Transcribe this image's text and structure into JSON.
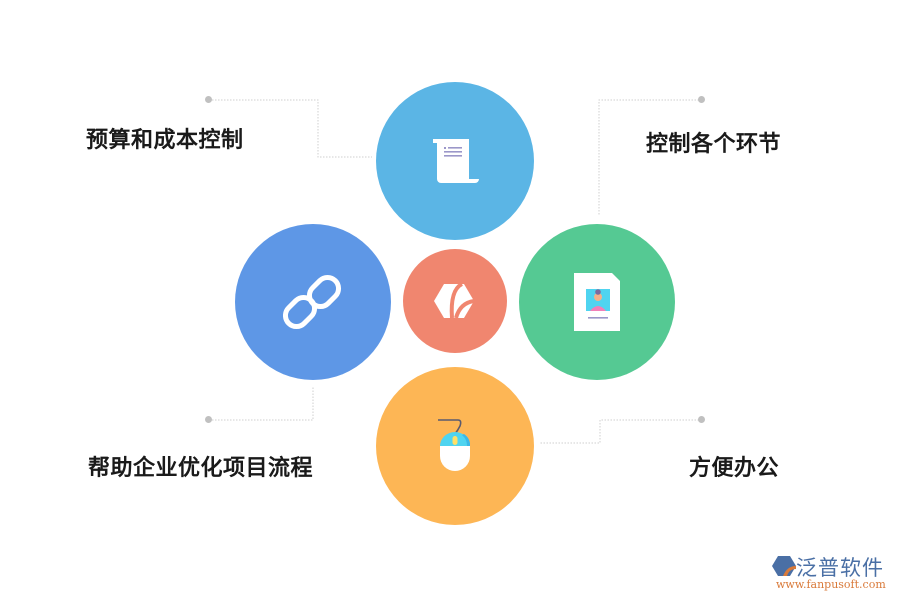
{
  "diagram": {
    "center": {
      "name": "brand-hexagon",
      "color": "#f0866f"
    },
    "nodes": [
      {
        "id": "top",
        "icon": "scroll-document-icon",
        "color": "#5bb5e5"
      },
      {
        "id": "left",
        "icon": "chain-link-icon",
        "color": "#5e97e6"
      },
      {
        "id": "right",
        "icon": "id-card-document-icon",
        "color": "#55c993"
      },
      {
        "id": "bottom",
        "icon": "computer-mouse-icon",
        "color": "#fdb655"
      }
    ],
    "labels": [
      {
        "position": "top-left",
        "text": "预算和成本控制"
      },
      {
        "position": "top-right",
        "text": "控制各个环节"
      },
      {
        "position": "bottom-left",
        "text": "帮助企业优化项目流程"
      },
      {
        "position": "bottom-right",
        "text": "方便办公"
      }
    ],
    "connector_color": "#d0d0d0"
  },
  "logo": {
    "title": "泛普软件",
    "url": "www.fanpusoft.com"
  }
}
